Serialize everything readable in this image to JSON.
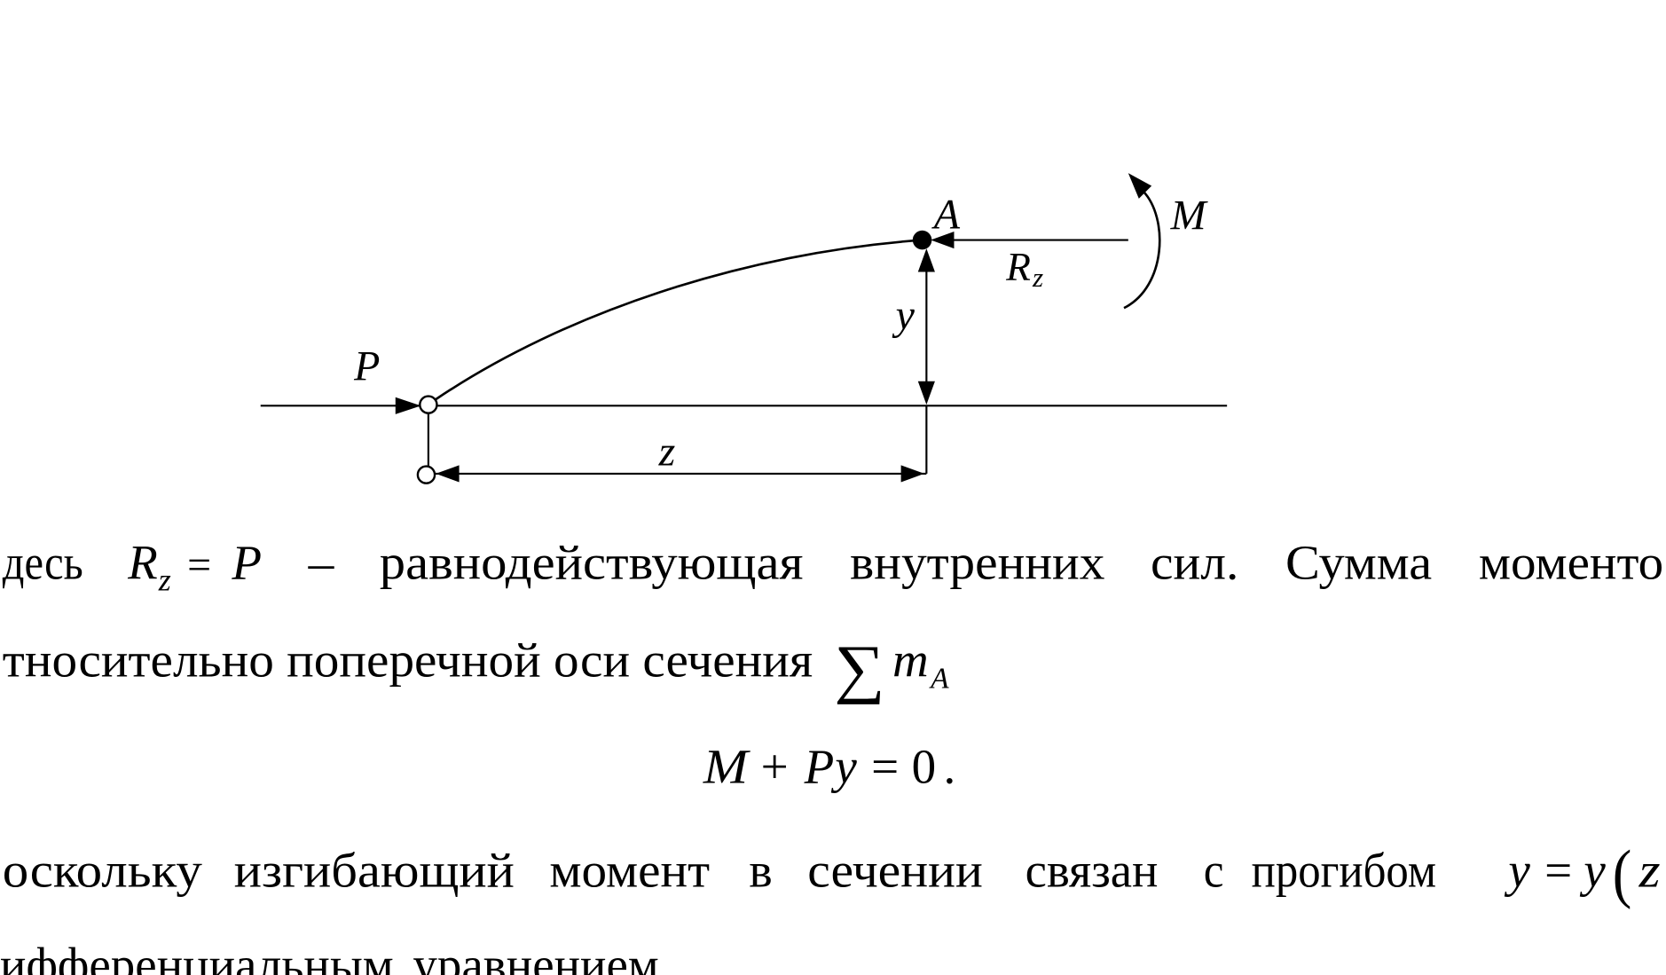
{
  "colors": {
    "ink": "#000000",
    "paper": "#ffffff"
  },
  "diagram": {
    "label_P": "P",
    "label_A": "A",
    "label_M": "M",
    "label_R": "R",
    "label_R_sub": "z",
    "label_y": "y",
    "label_z": "z"
  },
  "paragraph": {
    "line1": {
      "first_word": "десь",
      "formula": {
        "R": "R",
        "sub": "z",
        "eq": "=",
        "P": "P"
      },
      "words": [
        "–",
        "равнодействующая",
        "внутренних",
        "сил.",
        "Сумма",
        "моменто"
      ]
    },
    "line2": {
      "text": "тносительно поперечной оси сечения",
      "sum": "∑",
      "m": "m",
      "sub": "A"
    },
    "equation": {
      "M": "M",
      "plus": "+",
      "P": "P",
      "y": "y",
      "eq": "=",
      "zero": "0",
      "dot": "."
    },
    "line4": {
      "words": [
        "оскольку",
        "изгибающий",
        "момент",
        "в",
        "сечении",
        "связан",
        "с",
        "прогибом"
      ],
      "formula": {
        "y1": "y",
        "eq": "=",
        "y2": "y",
        "paren": "(",
        "z": "z"
      }
    },
    "line5": "ифференциальным уравнением"
  }
}
